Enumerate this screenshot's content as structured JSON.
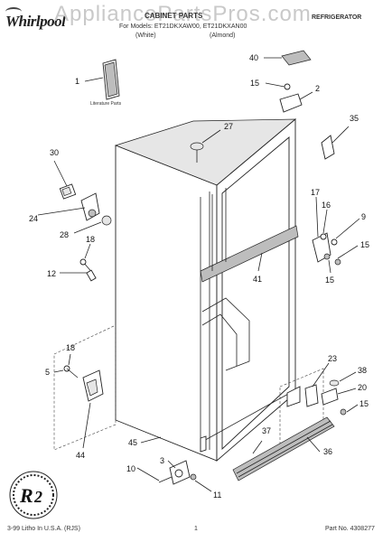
{
  "header": {
    "brand": "Whirlpool",
    "watermark": "AppliancePartsPros.com",
    "section_title": "CABINET PARTS",
    "model_line": "For Models: ET21DKXAW00, ET21DKXAN00",
    "color_white": "(White)",
    "color_almond": "(Almond)",
    "product": "REFRIGERATOR"
  },
  "footer": {
    "print_info": "3-99 Litho In U.S.A. (RJS)",
    "page": "1",
    "part_no": "Part No. 4308277"
  },
  "literature_label": "Literature Parts",
  "callouts": [
    "40",
    "1",
    "15",
    "2",
    "27",
    "35",
    "30",
    "17",
    "16",
    "9",
    "24",
    "28",
    "18",
    "15",
    "41",
    "12",
    "15",
    "18",
    "23",
    "38",
    "5",
    "20",
    "15",
    "37",
    "44",
    "45",
    "36",
    "3",
    "10",
    "11"
  ]
}
